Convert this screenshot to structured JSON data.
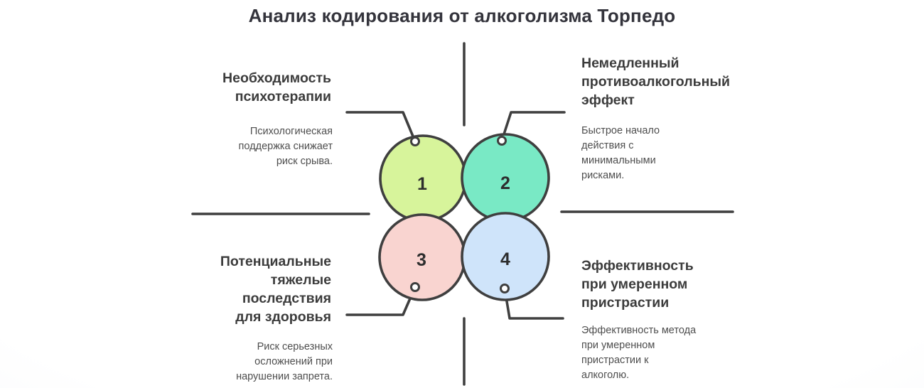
{
  "title": "Анализ кодирования от алкоголизма Торпедо",
  "colors": {
    "ink": "#3f3f3f",
    "circle1_fill": "#d7f49b",
    "circle2_fill": "#79e9c5",
    "circle3_fill": "#f9d4d0",
    "circle4_fill": "#cfe4fa",
    "heading_text": "#3c3c3c",
    "body_text": "#4e4e4e"
  },
  "circles": [
    {
      "number": "1"
    },
    {
      "number": "2"
    },
    {
      "number": "3"
    },
    {
      "number": "4"
    }
  ],
  "quadrants": {
    "top_left": {
      "heading": "Необходимость\nпсихотерапии",
      "description": "Психологическая\nподдержка снижает\nриск срыва."
    },
    "top_right": {
      "heading": "Немедленный\nпротивоалкогольный\nэффект",
      "description": "Быстрое начало\nдействия с\nминимальными\nрисками."
    },
    "bottom_left": {
      "heading": "Потенциальные\nтяжелые\nпоследствия\nдля здоровья",
      "description": "Риск серьезных\nосложнений при\nнарушении запрета."
    },
    "bottom_right": {
      "heading": "Эффективность\nпри умеренном\nпристрастии",
      "description": "Эффективность метода\nпри умеренном\nпристрастии к\nалкоголю."
    }
  }
}
